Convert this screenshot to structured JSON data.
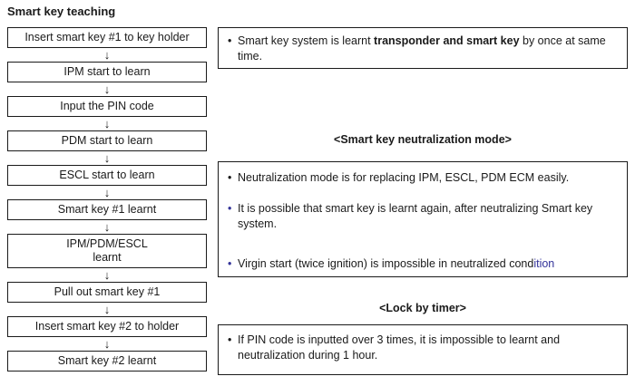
{
  "title": "Smart key teaching",
  "icons": {
    "down_arrow": "↓",
    "bullet": "•"
  },
  "colors": {
    "background": "#ffffff",
    "text": "#1a1a1a",
    "border": "#1a1a1a",
    "accent_blue": "#333399"
  },
  "flow": {
    "steps": [
      {
        "label": "Insert smart key #1 to key holder"
      },
      {
        "label": "IPM start to learn"
      },
      {
        "label": "Input the PIN code"
      },
      {
        "label": "PDM start to learn"
      },
      {
        "label": "ESCL start to learn"
      },
      {
        "label": "Smart key #1 learnt"
      },
      {
        "label": "IPM/PDM/ESCL\nlearnt"
      },
      {
        "label": "Pull out smart key #1"
      },
      {
        "label": "Insert smart key #2 to holder"
      },
      {
        "label": "Smart key #2 learnt"
      }
    ]
  },
  "notes": {
    "smart_key": {
      "seg1": "Smart key system is learnt ",
      "seg2_bold": "transponder and smart key",
      "seg3": " by once at same  time."
    },
    "neutralization": {
      "heading": "<Smart key neutralization mode>",
      "bullets": [
        {
          "text": "Neutralization mode is for replacing IPM, ESCL, PDM ECM easily."
        },
        {
          "text": "It is possible that smart key is learnt again, after neutralizing Smart key system."
        },
        {
          "text_black": "Virgin start (twice ignition) is impossible in neutralized cond",
          "text_blue": "ition"
        }
      ]
    },
    "lock_timer": {
      "heading": "<Lock by timer>",
      "text": "If PIN code is inputted over 3 times, it is impossible to learnt and neutralization during 1 hour."
    }
  }
}
